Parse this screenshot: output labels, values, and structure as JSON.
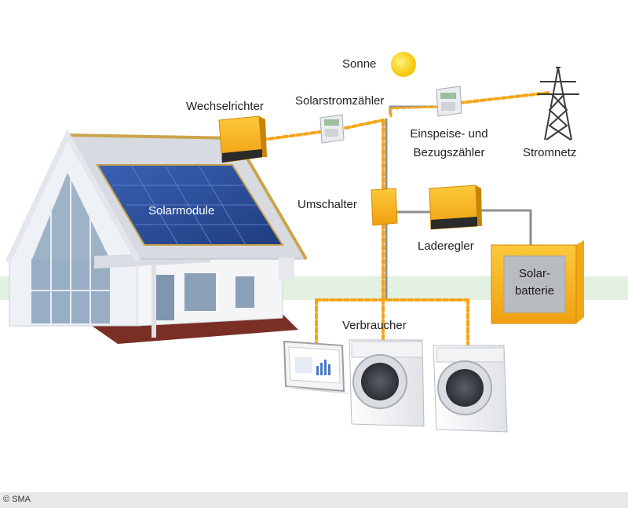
{
  "labels": {
    "sun": "Sonne",
    "inverter": "Wechselrichter",
    "solar_meter": "Solarstromzähler",
    "feed_meter_line1": "Einspeise- und",
    "feed_meter_line2": "Bezugszähler",
    "grid": "Stromnetz",
    "switch": "Umschalter",
    "solar_modules": "Solarmodule",
    "charge_controller": "Laderegler",
    "battery_line1": "Solar-",
    "battery_line2": "batterie",
    "consumers": "Verbraucher"
  },
  "copyright": "© SMA",
  "colors": {
    "accent_orange": "#f7b21b",
    "ground_green": "#e3f1e1",
    "panel_blue": "#2c4f9a",
    "cable_gray": "#8c8c8c",
    "sun_yellow": "#f9d21a"
  },
  "icons": [
    "sun-icon",
    "inverter-icon",
    "solar-meter-icon",
    "feed-meter-icon",
    "power-pylon-icon",
    "house-icon",
    "switch-icon",
    "charge-controller-icon",
    "solar-battery-icon",
    "monitor-icon",
    "washing-machine-icon",
    "dryer-icon"
  ]
}
